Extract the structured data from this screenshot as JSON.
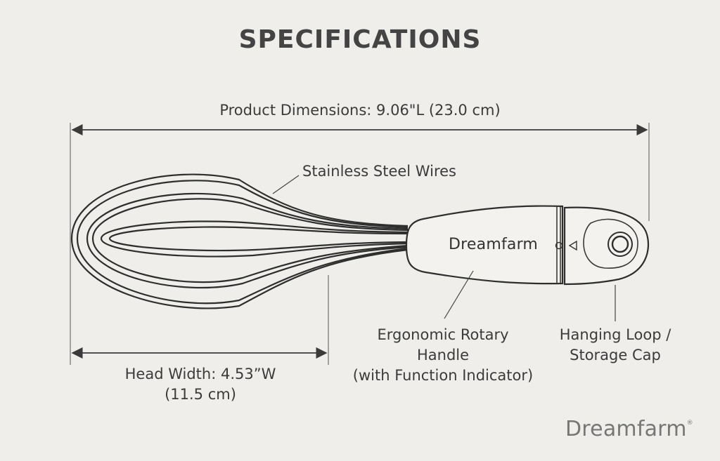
{
  "title": "SPECIFICATIONS",
  "labels": {
    "product_dimensions": "Product Dimensions: 9.06\"L (23.0 cm)",
    "wires": "Stainless Steel Wires",
    "head_width_line1": "Head Width: 4.53”W",
    "head_width_line2": "(11.5 cm)",
    "handle_line1": "Ergonomic Rotary",
    "handle_line2": "Handle",
    "handle_line3": "(with Function Indicator)",
    "loop_line1": "Hanging Loop /",
    "loop_line2": "Storage Cap"
  },
  "brand": {
    "handle_logo": "Dreamfarm",
    "corner_logo": "Dreamfarm",
    "corner_mark": "®"
  },
  "colors": {
    "background": "#efeeea",
    "line": "#3a3a3a",
    "text": "#3b3b3b",
    "logo_gray": "#777777"
  }
}
